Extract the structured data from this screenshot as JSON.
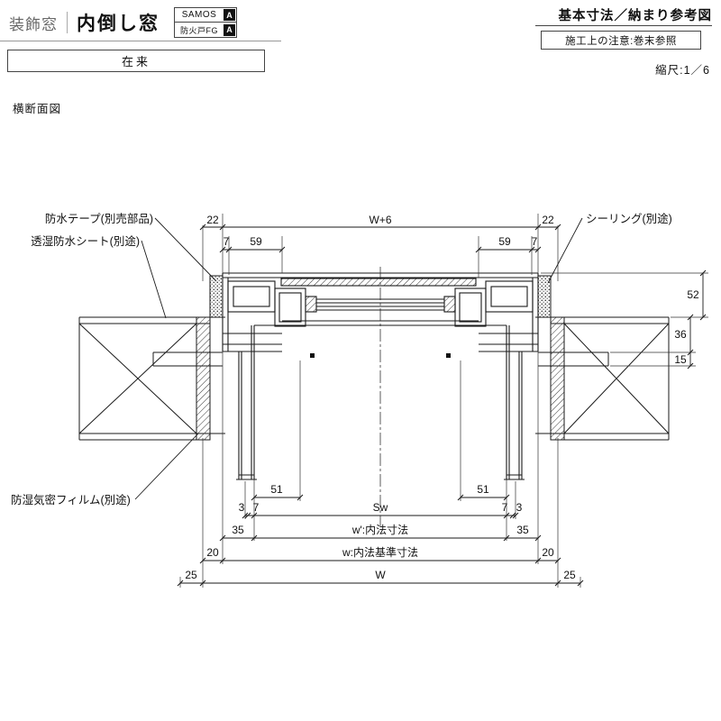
{
  "header": {
    "category": "装飾窓",
    "product": "内倒し窓",
    "badges": [
      {
        "label": "SAMOS",
        "mark": "A"
      },
      {
        "label": "防火戸FG",
        "mark": "A"
      }
    ],
    "construction_type": "在来",
    "right_title": "基本寸法／納まり参考図",
    "note": "施工上の注意:巻末参照",
    "scale": "縮尺:1／6"
  },
  "drawing": {
    "view_label": "横断面図",
    "callouts": {
      "waterproof_tape": "防水テープ(別売部品)",
      "breathable_sheet": "透湿防水シート(別途)",
      "sealing": "シーリング(別途)",
      "moisture_film": "防湿気密フィルム(別途)"
    },
    "dimensions": {
      "top_left_offset": "22",
      "top_overall": "W+6",
      "top_right_offset": "22",
      "jamb_left_7": "7",
      "jamb_left_59": "59",
      "jamb_right_59": "59",
      "jamb_right_7": "7",
      "depth_52": "52",
      "depth_36": "36",
      "depth_15": "15",
      "glass_left_51": "51",
      "glass_right_51": "51",
      "sash_left_3": "3",
      "sash_left_7": "7",
      "sash_width": "Sw",
      "sash_right_7": "7",
      "sash_right_3": "3",
      "inner_left_35": "35",
      "inner_width_label": "w':内法寸法",
      "inner_right_35": "35",
      "std_left_20": "20",
      "std_width_label": "w:内法基準寸法",
      "std_right_20": "20",
      "overall_left_25": "25",
      "overall_width_label": "W",
      "overall_right_25": "25"
    }
  }
}
